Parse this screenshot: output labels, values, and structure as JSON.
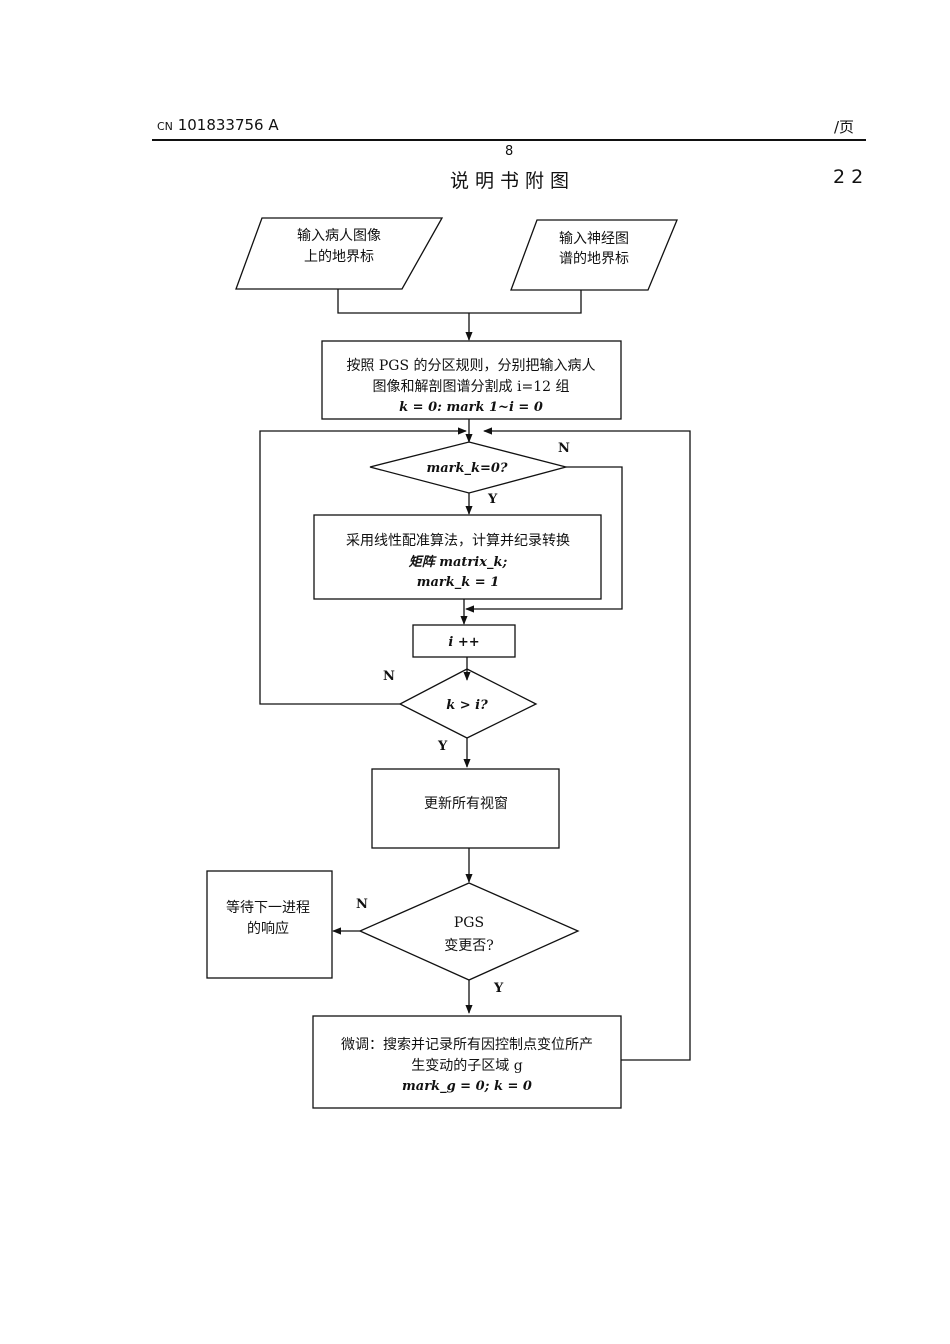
{
  "header": {
    "pub_prefix": "CN",
    "pub_number": "101833756 A",
    "page_of": "/页",
    "page_number": "8",
    "title": "说明书附图",
    "sheet": "22"
  },
  "flowchart": {
    "input_patient": [
      "输入病人图像",
      "上的地界标"
    ],
    "input_atlas": [
      "输入神经图",
      "谱的地界标"
    ],
    "partition": [
      "按照 PGS 的分区规则，分别把输入病人",
      "图像和解剖图谱分割成 i=12 组",
      "k = 0:    mark  1~i = 0"
    ],
    "decision_mark": "mark_k=0?",
    "register": [
      "采用线性配准算法，计算并纪录转换",
      "矩阵  matrix_k;",
      "mark_k = 1"
    ],
    "increment": "i ++",
    "decision_k": "k > i?",
    "update": "更新所有视窗",
    "wait": [
      "等待下一进程",
      "的响应"
    ],
    "decision_pgs": [
      "PGS",
      "变更否?"
    ],
    "finetune": [
      "微调：搜索并记录所有因控制点变位所产",
      "生变动的子区域 g",
      "mark_g = 0; k = 0"
    ],
    "yes": "Y",
    "no": "N"
  }
}
